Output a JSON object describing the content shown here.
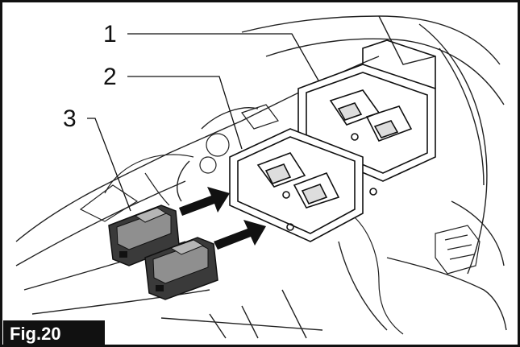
{
  "callouts": [
    "1",
    "2",
    "3"
  ],
  "figure_label": "Fig.20",
  "colors": {
    "line": "#111111",
    "battery_body": "#3a3a3a",
    "battery_top": "#9a9a9a",
    "arrow": "#111111",
    "label_bg": "#111111",
    "label_text": "#ffffff"
  }
}
